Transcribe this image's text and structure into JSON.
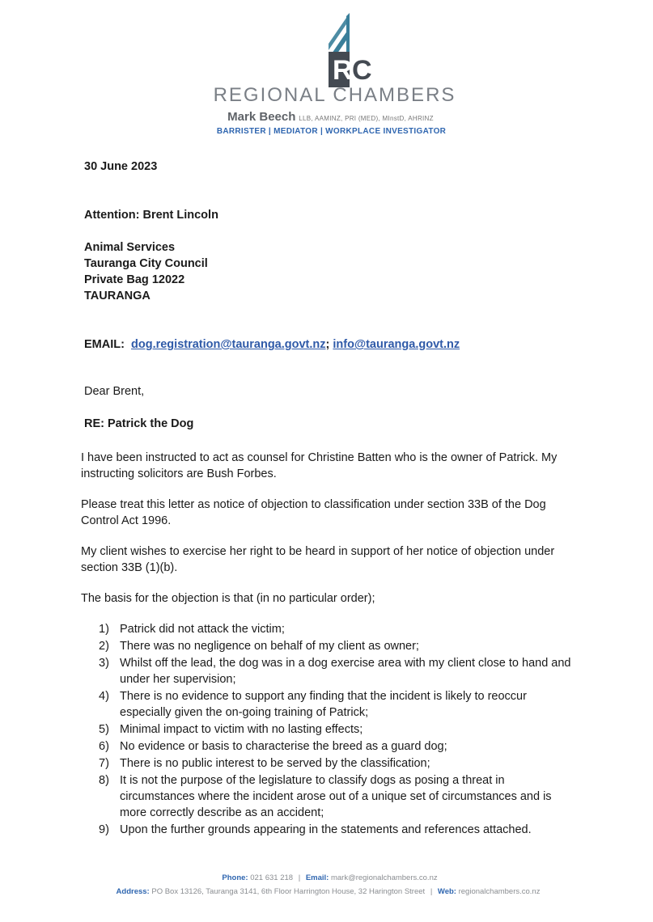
{
  "letterhead": {
    "logo_mark": "RC",
    "firm_name": "REGIONAL CHAMBERS",
    "person_name": "Mark Beech",
    "qualifications": "LLB, AAMINZ, PRI (MED), MInstD, AHRINZ",
    "roles": "BARRISTER | MEDIATOR | WORKPLACE INVESTIGATOR",
    "colors": {
      "accent_blue": "#2f66b0",
      "logo_teal": "#3a7f9a",
      "logo_dark": "#444a52"
    }
  },
  "letter": {
    "date": "30 June 2023",
    "attention": "Attention:  Brent Lincoln",
    "address": [
      "Animal Services",
      "Tauranga City Council",
      "Private Bag 12022",
      "TAURANGA"
    ],
    "email_label": "EMAIL:",
    "email_1": "dog.registration@tauranga.govt.nz",
    "email_sep": ";",
    "email_2": "info@tauranga.govt.nz",
    "salutation": "Dear Brent,",
    "subject": "RE: Patrick the Dog",
    "paragraphs": [
      "I have been instructed to act as counsel for Christine Batten who is the owner of Patrick. My instructing solicitors are Bush Forbes.",
      "Please treat this letter as notice of objection to classification under section 33B of the Dog Control Act 1996.",
      "My client wishes to exercise her right to be heard in support of her notice of objection under section 33B (1)(b).",
      "The basis for the objection is that (in no particular order);"
    ],
    "grounds": [
      {
        "num": "1)",
        "text": "Patrick did not attack the victim;"
      },
      {
        "num": "2)",
        "text": "There was no negligence on behalf of my client as owner;"
      },
      {
        "num": "3)",
        "text": "Whilst off the lead, the dog was in a dog exercise area with my client close to hand and under her supervision;"
      },
      {
        "num": "4)",
        "text": "There is no evidence to support any finding that the incident is likely to reoccur especially given the on-going training of Patrick;"
      },
      {
        "num": "5)",
        "text": "Minimal impact to victim with no lasting effects;"
      },
      {
        "num": "6)",
        "text": "No evidence or basis to characterise the breed as a guard dog;"
      },
      {
        "num": "7)",
        "text": "There is no public interest to be served by the classification;"
      },
      {
        "num": "8)",
        "text": "It is not the purpose of the legislature to classify dogs as posing a threat in circumstances where the incident arose out of a unique set of circumstances and is more correctly describe as an accident;"
      },
      {
        "num": "9)",
        "text": "Upon the further grounds appearing in the statements and references attached."
      }
    ]
  },
  "footer": {
    "phone_label": "Phone:",
    "phone": "021 631 218",
    "email_label": "Email:",
    "email": "mark@regionalchambers.co.nz",
    "address_label": "Address:",
    "address": "PO Box 13126, Tauranga 3141, 6th Floor Harrington House, 32 Harington Street",
    "web_label": "Web:",
    "web": "regionalchambers.co.nz",
    "divider": "|"
  }
}
